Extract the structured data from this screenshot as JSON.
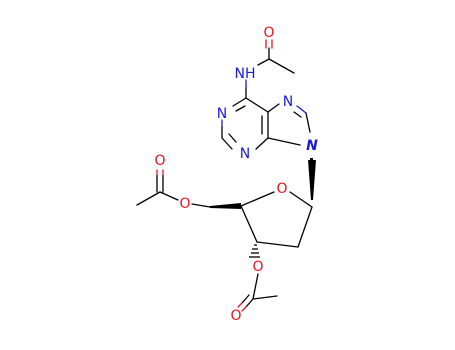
{
  "colors": {
    "carbon_bond": "#000000",
    "oxygen": "#e8131f",
    "nitrogen": "#1a1ae6",
    "background": "#ffffff"
  },
  "atoms": {
    "amide_o": "O",
    "amide_nh": "NH",
    "purine_n7": "N",
    "purine_n1": "N",
    "purine_n3": "N",
    "purine_n9": "N",
    "ring_o": "O",
    "ester5_o": "O",
    "ester5_carbonyl_o": "O",
    "ester3_o": "O",
    "ester3_carbonyl_o": "O"
  }
}
